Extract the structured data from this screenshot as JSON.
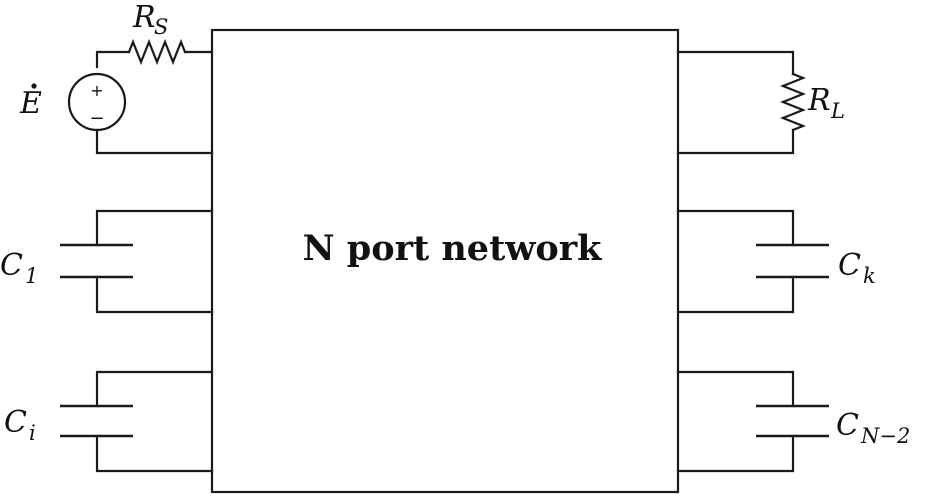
{
  "network": {
    "title": "N port network"
  },
  "source": {
    "symbol": "E",
    "plus": "+",
    "minus": "−"
  },
  "resistors": {
    "source": {
      "symbol": "R",
      "subscript": "S"
    },
    "load": {
      "symbol": "R",
      "subscript": "L"
    }
  },
  "capacitors": {
    "c1": {
      "symbol": "C",
      "subscript": "1"
    },
    "ci": {
      "symbol": "C",
      "subscript": "i"
    },
    "ck": {
      "symbol": "C",
      "subscript": "k"
    },
    "cn2": {
      "symbol": "C",
      "subscript": "N−2"
    }
  },
  "colors": {
    "stroke": "#1a1a1a",
    "background": "#ffffff"
  }
}
